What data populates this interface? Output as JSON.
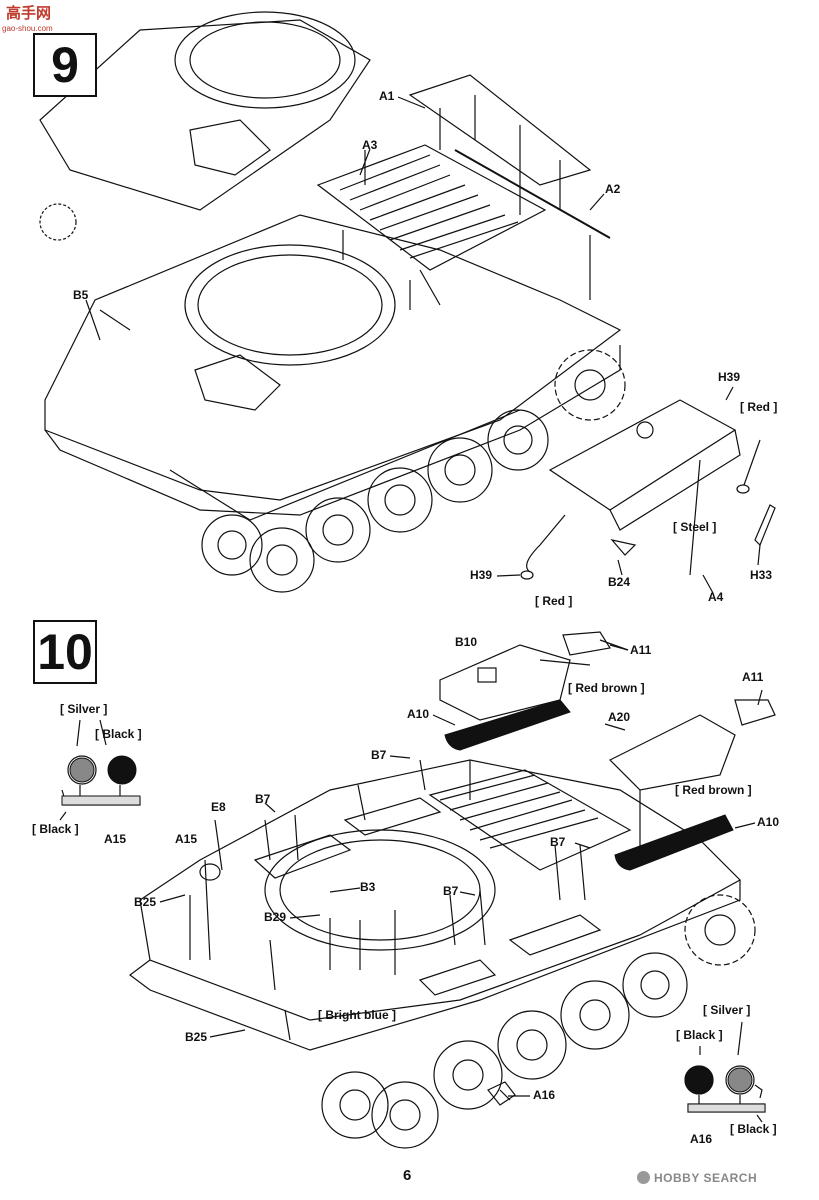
{
  "watermark": {
    "site": "高手网",
    "url": "gao-shou.com"
  },
  "steps": {
    "step9": {
      "number": "9",
      "parts": {
        "A1": "A1",
        "A2": "A2",
        "A3": "A3",
        "B5": "B5",
        "H39_top": "H39",
        "H39_bottom": "H39",
        "B24": "B24",
        "A4": "A4",
        "H33": "H33"
      },
      "colors": {
        "red_top": "[ Red ]",
        "red_bottom": "[ Red ]",
        "steel": "[ Steel ]"
      }
    },
    "step10": {
      "number": "10",
      "parts": {
        "B10": "B10",
        "A11_a": "A11",
        "A11_b": "A11",
        "A10_a": "A10",
        "A20": "A20",
        "A10_b": "A10",
        "B7_a": "B7",
        "B7_b": "B7",
        "B7_c": "B7",
        "B7_d": "B7",
        "E8": "E8",
        "A15_inset": "A15",
        "A15": "A15",
        "B25_a": "B25",
        "B3": "B3",
        "B29": "B29",
        "B25_b": "B25",
        "A16": "A16",
        "A16_inset": "A16"
      },
      "colors": {
        "silver_left": "[ Silver ]",
        "black_left_top": "[ Black ]",
        "black_left_bottom": "[ Black ]",
        "red_brown_a": "[ Red brown ]",
        "red_brown_b": "[ Red brown ]",
        "bright_blue": "[ Bright blue ]",
        "silver_right": "[ Silver ]",
        "black_right_top": "[ Black ]",
        "black_right_bottom": "[ Black ]"
      }
    }
  },
  "footer": {
    "page_number": "6",
    "source": "HOBBY SEARCH"
  }
}
